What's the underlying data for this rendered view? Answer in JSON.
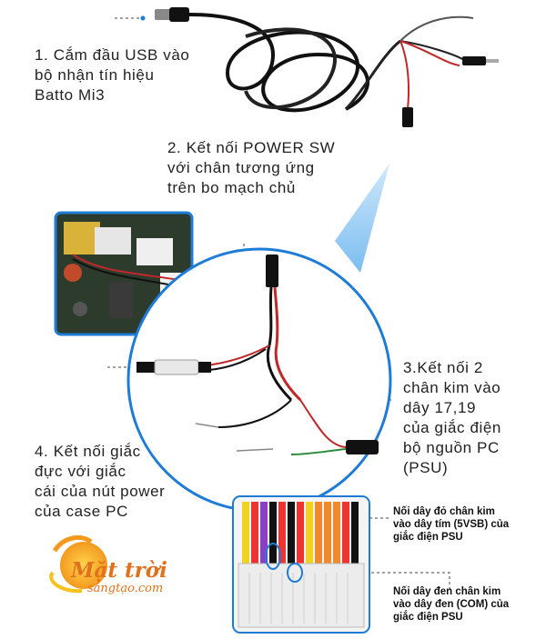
{
  "labels": {
    "step1": "1. Cắm đầu USB vào\nbộ nhận tín hiệu\nBatto Mi3",
    "step2": "2. Kết nối POWER SW\nvới chân tương ứng\ntrên bo mạch chủ",
    "step3": "3.Kết nối 2\nchân kim vào\ndây 17,19\ncủa giắc điện\nbộ nguồn PC\n(PSU)",
    "step4": "4. Kết nối giắc\nđực với giắc\ncái của nút power\ncủa case PC"
  },
  "notes": {
    "red_wire": "Nối dây đỏ chân kim\nvào dây tím (5VSB) của\ngiắc điện PSU",
    "black_wire": "Nối dây đen chân kim\nvào dây đen (COM) của\ngiắc điện PSU"
  },
  "brand": {
    "name": "Mặt trời",
    "site": "sángtạo.com"
  },
  "colors": {
    "accent_blue": "#1e7bd6",
    "cable": "#111111",
    "wire_red": "#c0282a",
    "brand_orange": "#e2711d"
  }
}
